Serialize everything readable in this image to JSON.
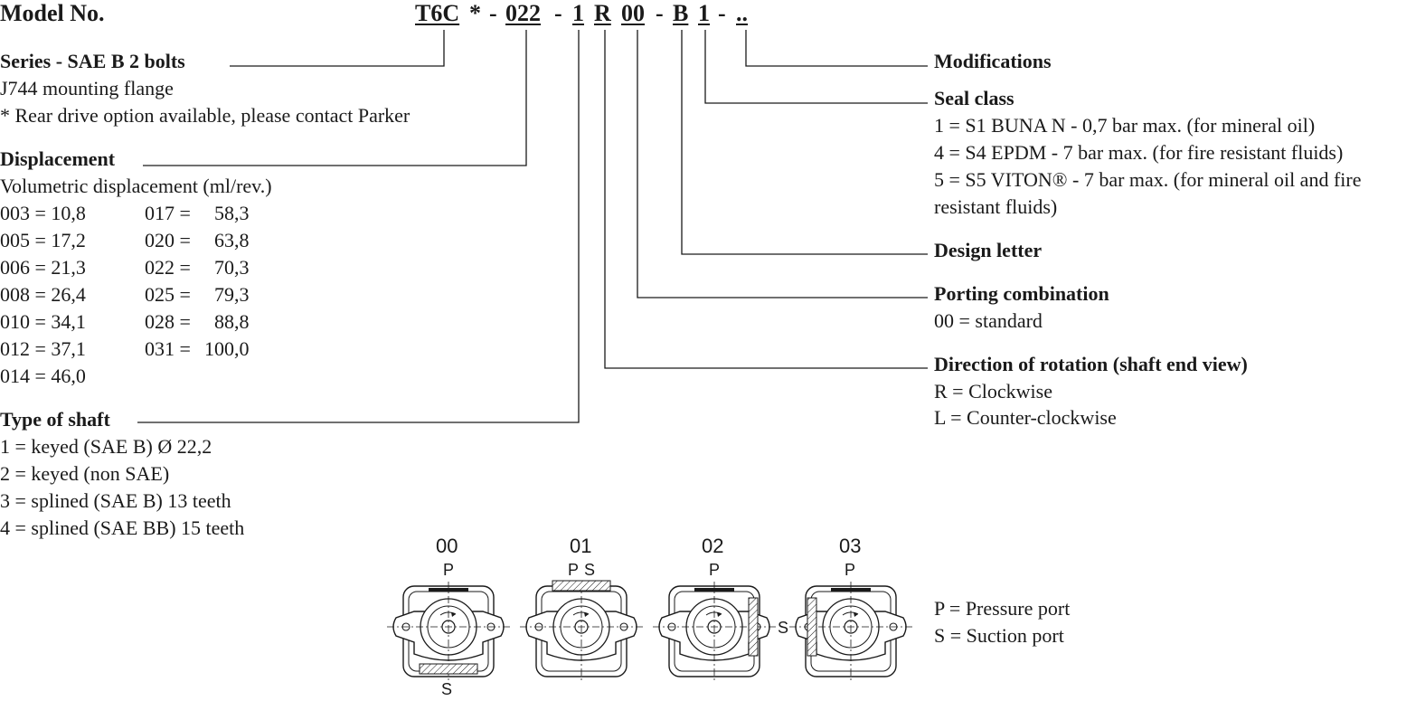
{
  "header": {
    "title": "Model No.",
    "code": {
      "series": "T6C",
      "series_suffix": "*",
      "sep1": "-",
      "displacement": "022",
      "sep2": "-",
      "shaft": "1",
      "rotation": "R",
      "porting": "00",
      "sep3": "-",
      "design": "B",
      "seal": "1",
      "sep4": "-",
      "modifications": ".."
    }
  },
  "left": {
    "series": {
      "heading": "Series - SAE B 2 bolts",
      "lines": [
        "J744 mounting flange",
        "* Rear drive option available, please contact Parker"
      ]
    },
    "displacement": {
      "heading": "Displacement",
      "subtitle": "Volumetric displacement (ml/rev.)",
      "col1": [
        "003 = 10,8",
        "005 = 17,2",
        "006 = 21,3",
        "008 = 26,4",
        "010 = 34,1",
        "012 = 37,1",
        "014 = 46,0"
      ],
      "col2_codes": [
        "017 =",
        "020 =",
        "022 =",
        "025 =",
        "028 =",
        "031 ="
      ],
      "col2_values": [
        "58,3",
        "63,8",
        "70,3",
        "79,3",
        "88,8",
        "100,0"
      ]
    },
    "shaft": {
      "heading": "Type of shaft",
      "lines": [
        "1 = keyed (SAE B) Ø 22,2",
        "2 = keyed (non SAE)",
        "3 = splined (SAE B) 13 teeth",
        "4 = splined (SAE BB) 15 teeth"
      ]
    }
  },
  "right": {
    "modifications": {
      "heading": "Modifications"
    },
    "seal": {
      "heading": "Seal class",
      "lines": [
        "1 = S1 BUNA N - 0,7 bar max. (for mineral oil)",
        "4 = S4 EPDM - 7 bar max. (for fire resistant fluids)",
        "5 = S5 VITON® - 7 bar max. (for mineral oil and fire",
        "resistant fluids)"
      ]
    },
    "design": {
      "heading": "Design letter"
    },
    "porting": {
      "heading": "Porting combination",
      "lines": [
        "00 = standard"
      ]
    },
    "rotation": {
      "heading": "Direction of rotation (shaft end view)",
      "lines": [
        "R = Clockwise",
        "L = Counter-clockwise"
      ]
    }
  },
  "diagrams": {
    "labels": [
      "00",
      "01",
      "02",
      "03"
    ],
    "pressure_letter": "P",
    "suction_letter": "S",
    "legend": [
      "P = Pressure port",
      "S = Suction port"
    ]
  }
}
